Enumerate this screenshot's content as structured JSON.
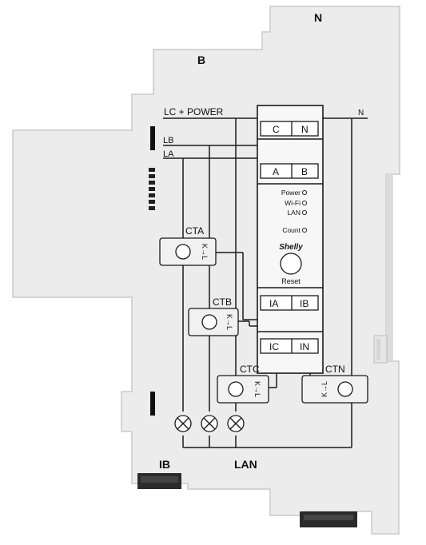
{
  "device_labels": {
    "top_terminal": "N",
    "upper_terminal": "B",
    "bottom_left_terminal": "IB",
    "bottom_right_terminal": "LAN"
  },
  "wiring": {
    "power_line": "LC + POWER",
    "neutral_line": "N",
    "line_b": "LB",
    "line_a": "LA"
  },
  "module_terminals": {
    "power_c": "C",
    "power_n": "N",
    "input_a": "A",
    "input_b": "B",
    "ct_ia": "IA",
    "ct_ib": "IB",
    "ct_ic": "IC",
    "ct_in": "IN"
  },
  "leds": {
    "power": "Power",
    "wifi": "Wi-Fi",
    "lan": "LAN",
    "count": "Count"
  },
  "brand": "Shelly",
  "reset_label": "Reset",
  "current_transformers": {
    "cta": "CTA",
    "ctb": "CTB",
    "ctc": "CTC",
    "ctn": "CTN",
    "orientation": "K→L"
  },
  "colors": {
    "housing": "#ededed",
    "housing_shadow": "#cfcfcf",
    "wire": "#1a1a1a",
    "connector": "#2a2a2a"
  }
}
